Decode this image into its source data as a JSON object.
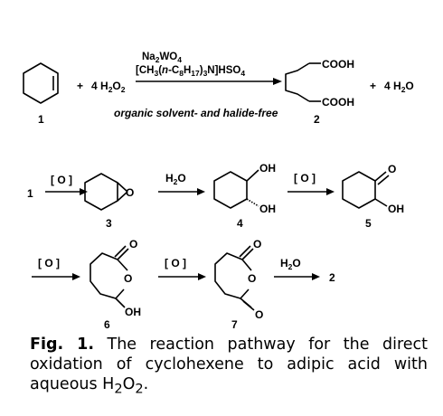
{
  "scheme": {
    "reagent_h2o2": "4 H",
    "reagent_h2o2_sub": "2",
    "reagent_h2o2_o": "O",
    "reagent_h2o2_o_sub": "2",
    "catalyst_1": "Na",
    "catalyst_1_sub": "2",
    "catalyst_1_rest": "WO",
    "catalyst_1_sub2": "4",
    "catalyst_2": "[CH3(n-C8H17)3N]HSO4",
    "condition_note": "organic solvent- and halide-free",
    "product_h2o": "4 H",
    "product_h2o_sub": "2",
    "product_h2o_o": "O",
    "cooh_top": "COOH",
    "cooh_bottom": "COOH",
    "label_1": "1",
    "label_2": "2",
    "label_3": "3",
    "label_4": "4",
    "label_5": "5",
    "label_6": "6",
    "label_7": "7",
    "start_1": "1",
    "ox_1": "[ O ]",
    "ox_2": "[ O ]",
    "ox_3": "[ O ]",
    "ox_4": "[ O ]",
    "water_1": "H",
    "water_1_sub": "2",
    "water_1_o": "O",
    "water_2": "H",
    "water_2_sub": "2",
    "water_2_o": "O",
    "oh_4a": "OH",
    "oh_4b": "OH",
    "ketone_o_5": "O",
    "oh_5": "OH",
    "carbonyl_o_6": "O",
    "ring_o_6": "O",
    "oh_6": "OH",
    "carbonyl_o_7a": "O",
    "ring_o_7": "O",
    "carbonyl_o_7b": "O",
    "final_2": "2"
  },
  "caption": {
    "fig_label": "Fig. 1.",
    "text_pre": " The reaction pathway for the direct oxidation of cyclohexene to adipic acid with aqueous H",
    "sub_a": "2",
    "text_mid": "O",
    "sub_b": "2",
    "text_end": "."
  }
}
